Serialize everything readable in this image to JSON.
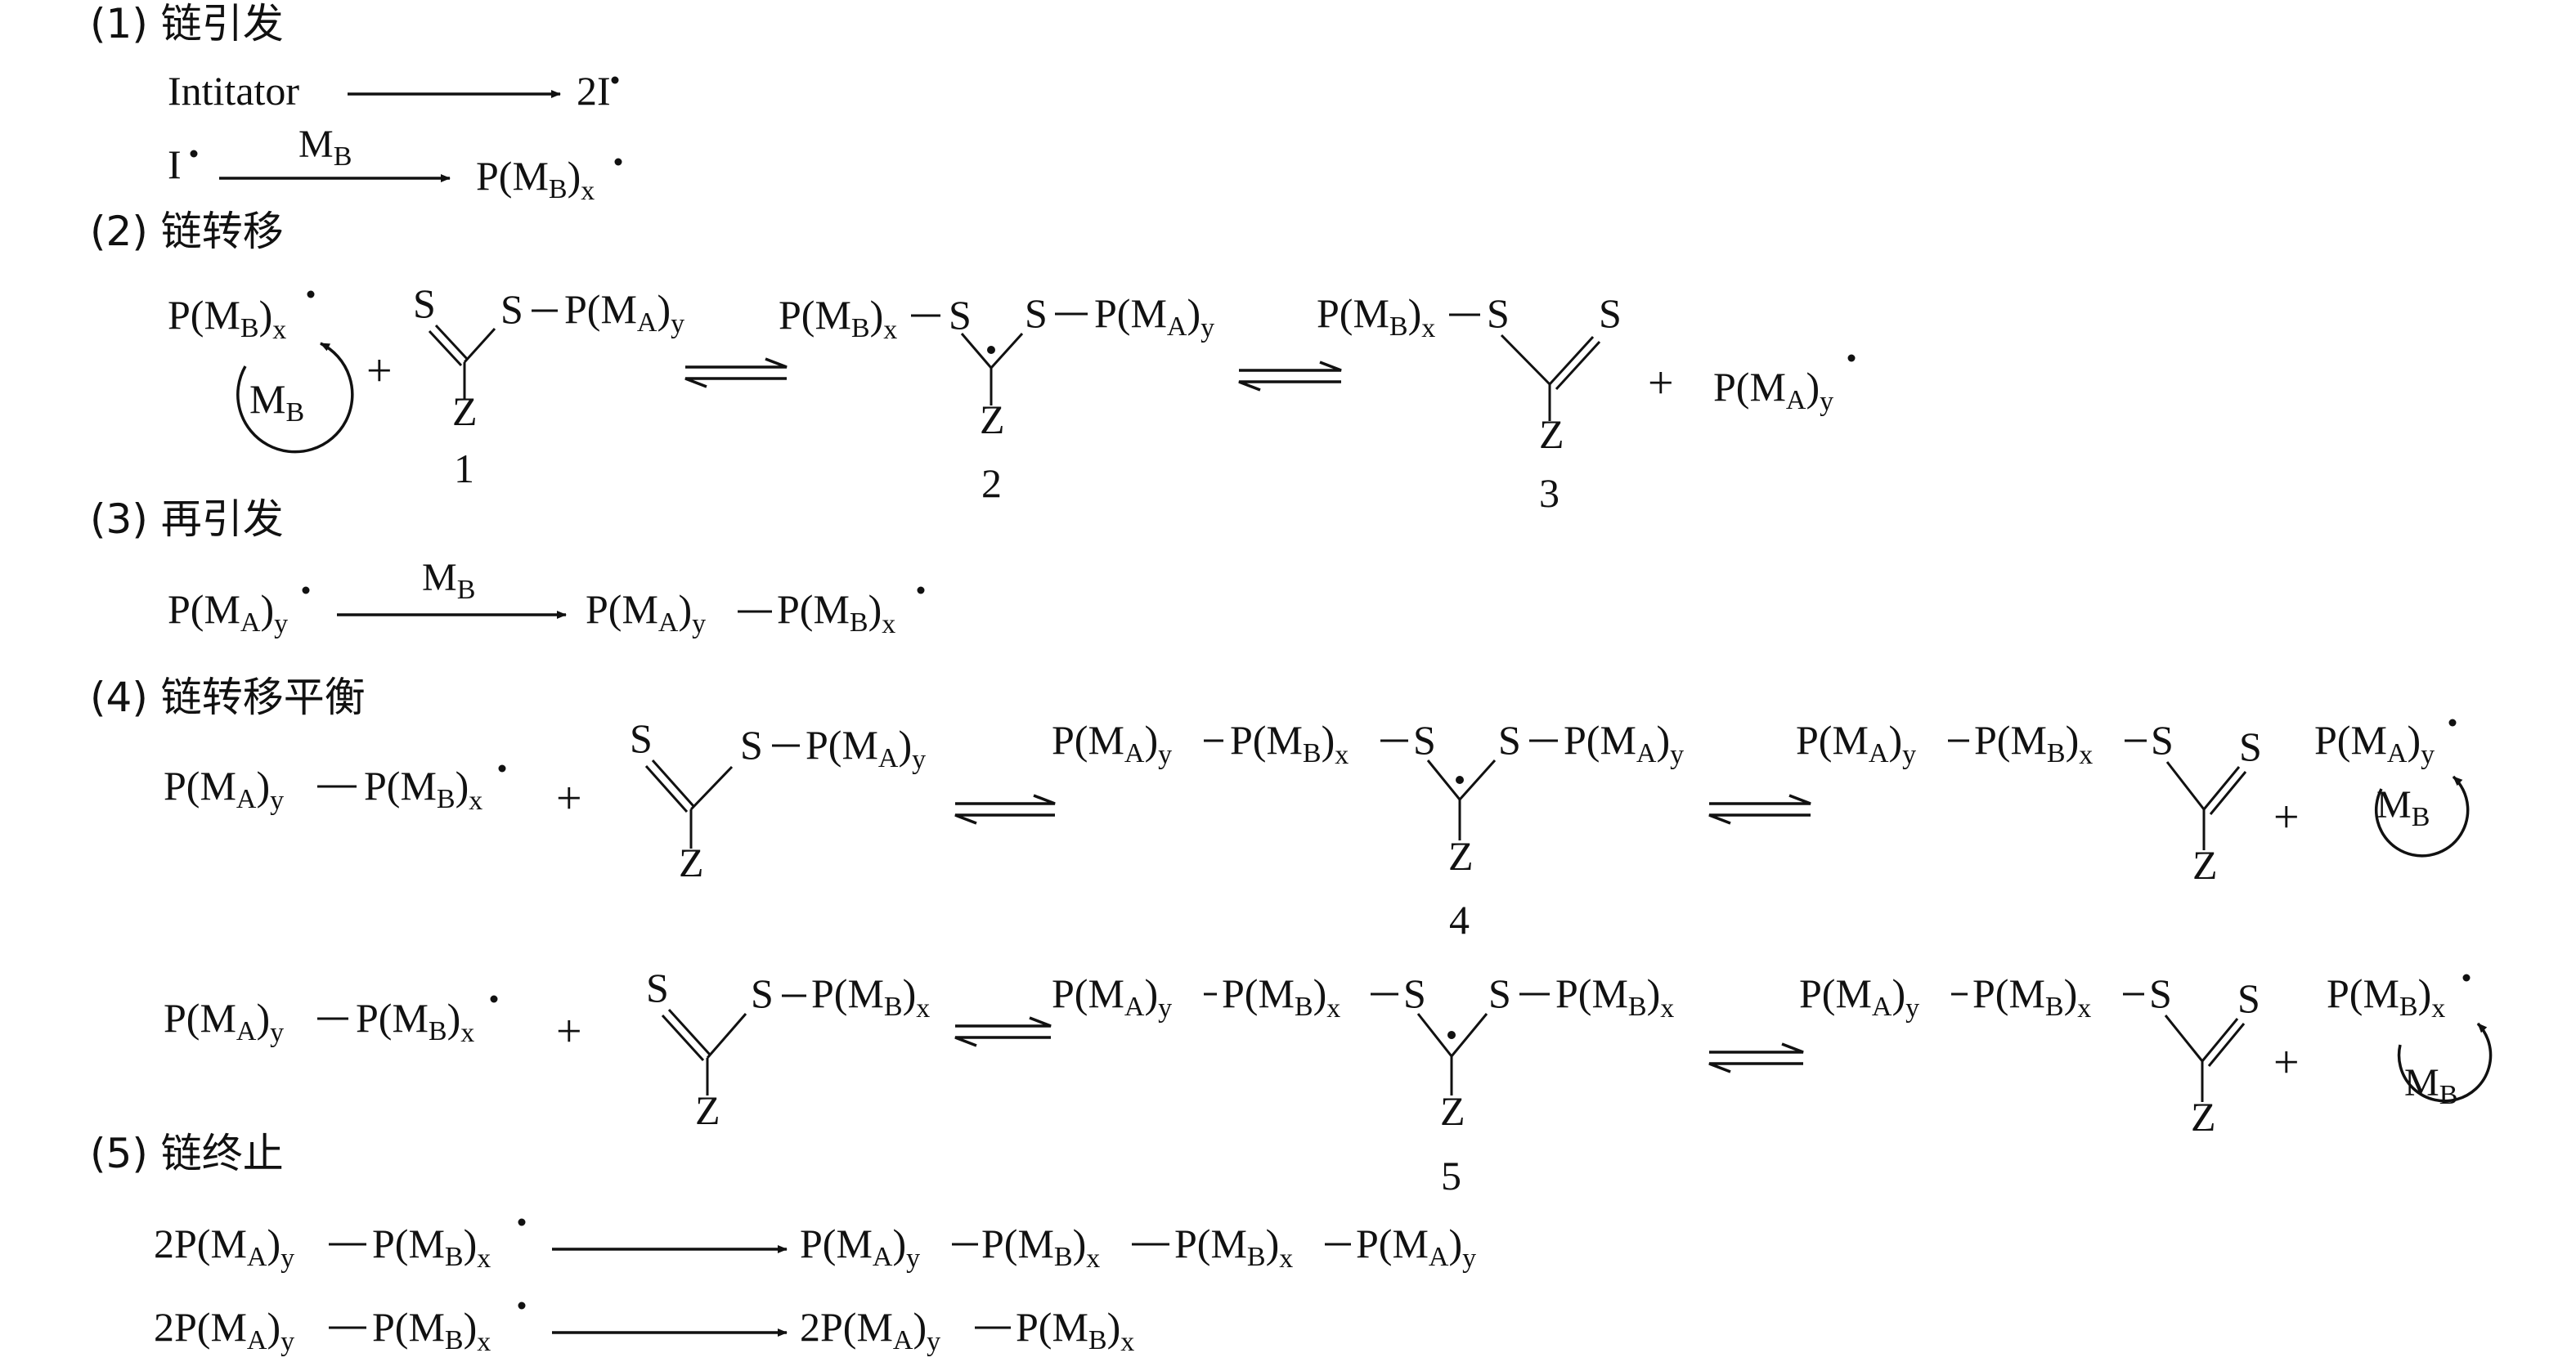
{
  "colors": {
    "ink": "#111111",
    "background": "#ffffff"
  },
  "steps": [
    {
      "label": "(1) 链引发"
    },
    {
      "label": "(2) 链转移"
    },
    {
      "label": "(3) 再引发"
    },
    {
      "label": "(4) 链转移平衡"
    },
    {
      "label": "(5) 链终止"
    }
  ],
  "initiation": {
    "initiator": "Intitator",
    "product_coef": "2I",
    "radical_I": "I",
    "arrow_label_base": "M",
    "arrow_label_sub": "B"
  },
  "common": {
    "plus": "+",
    "sulfur": "S",
    "z_group": "Z",
    "monomer_base": "M",
    "monomer_sub": "B",
    "chain_base": "P(M",
    "sub_a": "A",
    "sub_b": "B",
    "close_paren": ")",
    "sub_x": "x",
    "sub_y": "y",
    "coef_2": "2"
  },
  "compound_numbers": {
    "c1": "1",
    "c2": "2",
    "c3": "3",
    "c4": "4",
    "c5": "5"
  }
}
